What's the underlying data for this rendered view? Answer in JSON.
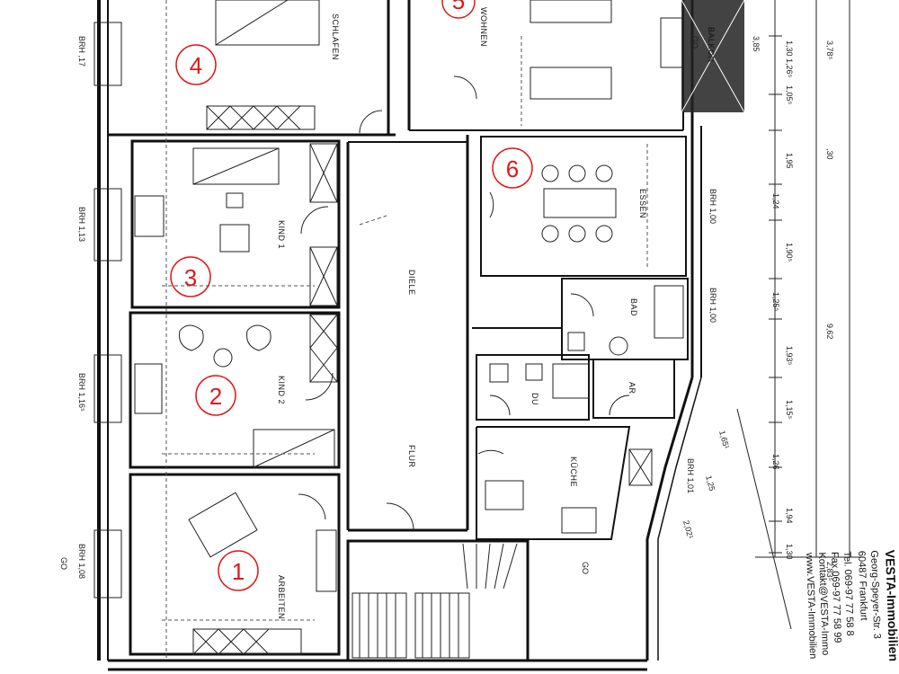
{
  "rooms": {
    "schlafen": "SCHLAFEN",
    "wohnen": "WOHNEN",
    "balkon": "BALKON",
    "essen": "ESSEN",
    "kind1": "KIND 1",
    "diele": "DIELE",
    "bad": "BAD",
    "kind2": "KIND 2",
    "du": "DU",
    "ar": "AR",
    "flur": "FLUR",
    "kueche": "KÜCHE",
    "arbeiten": "ARBEITEN"
  },
  "markers": [
    "1",
    "2",
    "3",
    "4",
    "5",
    "6"
  ],
  "dimensions": {
    "right_col": [
      "1,30",
      "1,26⁵",
      "1,05⁵",
      "1,95",
      "1,24",
      "1,90⁵",
      "1,25⁵",
      "1,93⁵",
      "1,15⁵",
      "1,26",
      "1,94",
      "1,30"
    ],
    "right_col2": [
      "3,78⁵",
      "3,85",
      ",30",
      "9,62",
      "2,83⁵"
    ],
    "bottom_right": [
      "2,02¹",
      "1,25",
      "1,65¹"
    ],
    "window_left": [
      "BRH ,17",
      "BRH 1,13",
      "BRH 1,16⁵",
      "BRH 1,08",
      "BRH 1,00",
      "BRH 1,00",
      "BRH 1,01"
    ],
    "small": [
      "GO",
      "GO",
      "GO"
    ]
  },
  "stamp": {
    "company": "VESTA-Immobilien",
    "street": "Georg-Speyer-Str. 3",
    "city": "60487 Frankfurt",
    "tel": "Tel. 069-97 77 58 8",
    "fax": "Fax 069-97 77 58 99",
    "email": "Kontakt@VESTA-Immo",
    "web": "www.VESTA-Immobilien"
  }
}
